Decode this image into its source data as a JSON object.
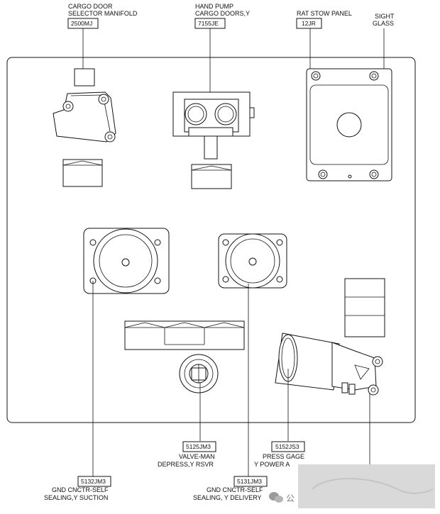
{
  "components": {
    "cargo_door_manifold": {
      "label_line1": "CARGO DOOR",
      "label_line2": "SELECTOR MANIFOLD",
      "code": "2500MJ"
    },
    "hand_pump": {
      "label_line1": "HAND PUMP",
      "label_line2": "CARGO DOORS,Y",
      "code": "7155JE"
    },
    "rat_stow_panel": {
      "label": "RAT STOW PANEL",
      "code": "12JR"
    },
    "sight_glass": {
      "label_line1": "SIGHT",
      "label_line2": "GLASS"
    },
    "valve_man": {
      "code": "5125JM3",
      "label_line1": "VALVE-MAN",
      "label_line2": "DEPRESS,Y RSVR"
    },
    "press_gage": {
      "code": "5152JS3",
      "label_line1": "PRESS GAGE",
      "label_line2": "Y POWER A"
    },
    "gnd_conn_suction": {
      "code": "5132JM3",
      "label_line1": "GND CNCTR-SELF",
      "label_line2": "SEALING,Y SUCTION"
    },
    "gnd_conn_delivery": {
      "code": "5131JM3",
      "label_line1": "GND CNCTR-SELF",
      "label_line2": "SEALING, Y DELIVERY"
    }
  },
  "watermark": {
    "glyph": "公"
  },
  "icons": {
    "watermark_icon": "wechat-icon"
  }
}
